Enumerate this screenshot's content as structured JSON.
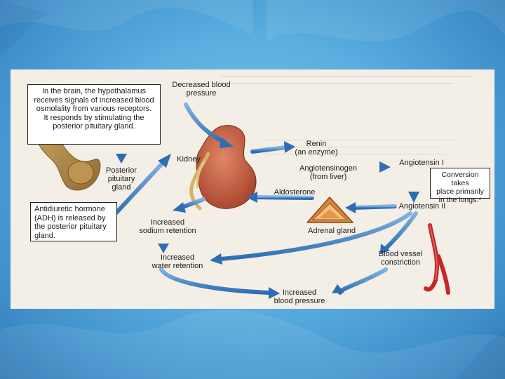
{
  "colors": {
    "slide_background": "#5aaee0",
    "figure_background": "#f3eee6",
    "arrow_blue": "#3d7ec4",
    "kidney": "#c8664a",
    "adrenal_gland": "#d9833c",
    "blood_vessel": "#c8242a",
    "pituitary": "#b8904a"
  },
  "diagram": {
    "hypothalamus_note": [
      "In the brain, the hypothalamus",
      "receives signals of increased blood",
      "osmolality from various receptors.",
      "It responds by stimulating the",
      "posterior pituitary gland."
    ],
    "posterior_pituitary": [
      "Posterior",
      "pituitary",
      "gland"
    ],
    "adh_note": [
      "Antidiuretic hormone",
      "(ADH) is released by",
      "the posterior pituitary",
      "gland."
    ],
    "decreased_bp": [
      "Decreased blood",
      "pressure"
    ],
    "kidney": "Kidney",
    "renin": [
      "Renin",
      "(an enzyme)"
    ],
    "angiotensinogen": [
      "Angiotensinogen",
      "(from liver)"
    ],
    "angiotensin_1": "Angiotensin I",
    "conversion_note": [
      "Conversion takes",
      "place primarily",
      "in the lungs.*"
    ],
    "angiotensin_2": "Angiotensin II",
    "aldosterone": "Aldosterone",
    "adrenal_gland": "Adrenal gland",
    "sodium_retention": [
      "Increased",
      "sodium retention"
    ],
    "water_retention": [
      "Increased",
      "water retention"
    ],
    "vessel_constriction": [
      "Blood vessel",
      "constriction"
    ],
    "increased_bp": [
      "Increased",
      "blood pressure"
    ]
  }
}
